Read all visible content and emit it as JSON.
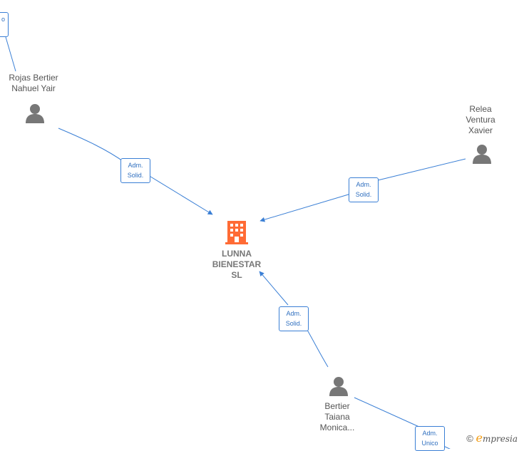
{
  "company": {
    "name_line1": "LUNNA",
    "name_line2": "BIENESTAR",
    "name_line3": "SL"
  },
  "persons": [
    {
      "id": "rojas",
      "line1": "Rojas Bertier",
      "line2": "Nahuel Yair",
      "line3": ""
    },
    {
      "id": "relea",
      "line1": "Relea",
      "line2": "Ventura",
      "line3": "Xavier"
    },
    {
      "id": "bertier",
      "line1": "Bertier",
      "line2": "Taiana",
      "line3": "Monica..."
    }
  ],
  "edges": [
    {
      "line1": "Adm.",
      "line2": "Solid."
    },
    {
      "line1": "Adm.",
      "line2": "Solid."
    },
    {
      "line1": "Adm.",
      "line2": "Solid."
    },
    {
      "line1": "Adm.",
      "line2": "Unico"
    },
    {
      "line1": "",
      "line2": "o"
    }
  ],
  "footer": {
    "copyright": "©",
    "brand_initial": "e",
    "brand_rest": "mpresia"
  },
  "colors": {
    "edge": "#3a7fd5",
    "company_icon": "#ff6b35",
    "person_icon": "#777777"
  }
}
